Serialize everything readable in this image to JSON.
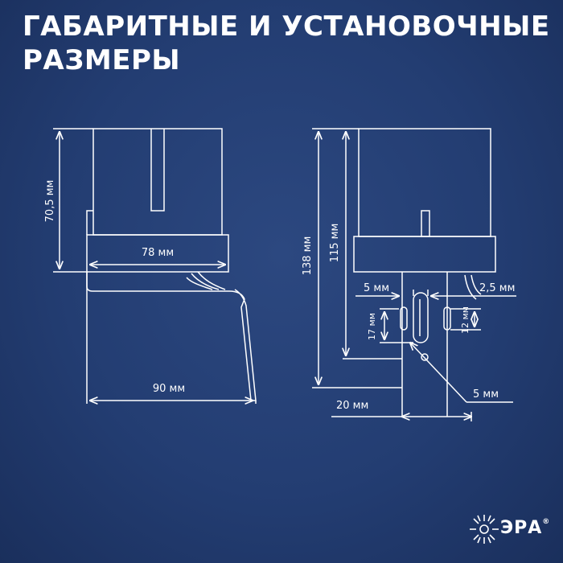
{
  "title": {
    "line1": "ГАБАРИТНЫЕ И УСТАНОВОЧНЫЕ",
    "line2": "РАЗМЕРЫ"
  },
  "dimensions": {
    "height_left": "70,5 мм",
    "width_body": "78 мм",
    "width_bracket": "90 мм",
    "height_total": "138 мм",
    "height_body": "115 мм",
    "slot_width": "5 мм",
    "slot_thickness": "2,5 мм",
    "slot_length": "17 мм",
    "slot_gap": "12 мм",
    "hole_offset": "20 мм",
    "hole_diameter": "5 мм"
  },
  "logo": {
    "text": "ЭРА",
    "mark": "®",
    "icon": "sunburst-icon"
  },
  "colors": {
    "background": "#233d72",
    "line": "#ffffff"
  }
}
